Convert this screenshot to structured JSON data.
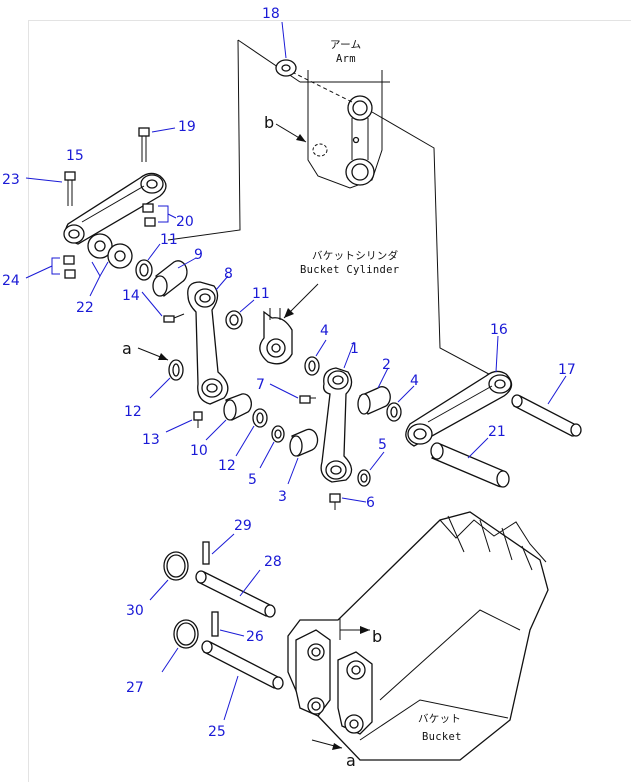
{
  "labels": {
    "arm_jp": "アーム",
    "arm_en": "Arm",
    "bucket_cylinder_jp": "バケットシリンダ",
    "bucket_cylinder_en": "Bucket Cylinder",
    "bucket_jp": "バケット",
    "bucket_en": "Bucket",
    "ref_a_top": "a",
    "ref_b_top": "b",
    "ref_a_bottom": "a",
    "ref_b_bottom": "b"
  },
  "part_numbers": {
    "p1": "1",
    "p2": "2",
    "p3": "3",
    "p4a": "4",
    "p4b": "4",
    "p5a": "5",
    "p5b": "5",
    "p6": "6",
    "p7": "7",
    "p8": "8",
    "p9": "9",
    "p10": "10",
    "p11a": "11",
    "p11b": "11",
    "p12a": "12",
    "p12b": "12",
    "p13": "13",
    "p14": "14",
    "p15": "15",
    "p16": "16",
    "p17": "17",
    "p18": "18",
    "p19": "19",
    "p20": "20",
    "p21": "21",
    "p22": "22",
    "p23": "23",
    "p24": "24",
    "p25": "25",
    "p26": "26",
    "p27": "27",
    "p28": "28",
    "p29": "29",
    "p30": "30"
  },
  "colors": {
    "callout": "#1a1ad6",
    "line": "#111111"
  }
}
